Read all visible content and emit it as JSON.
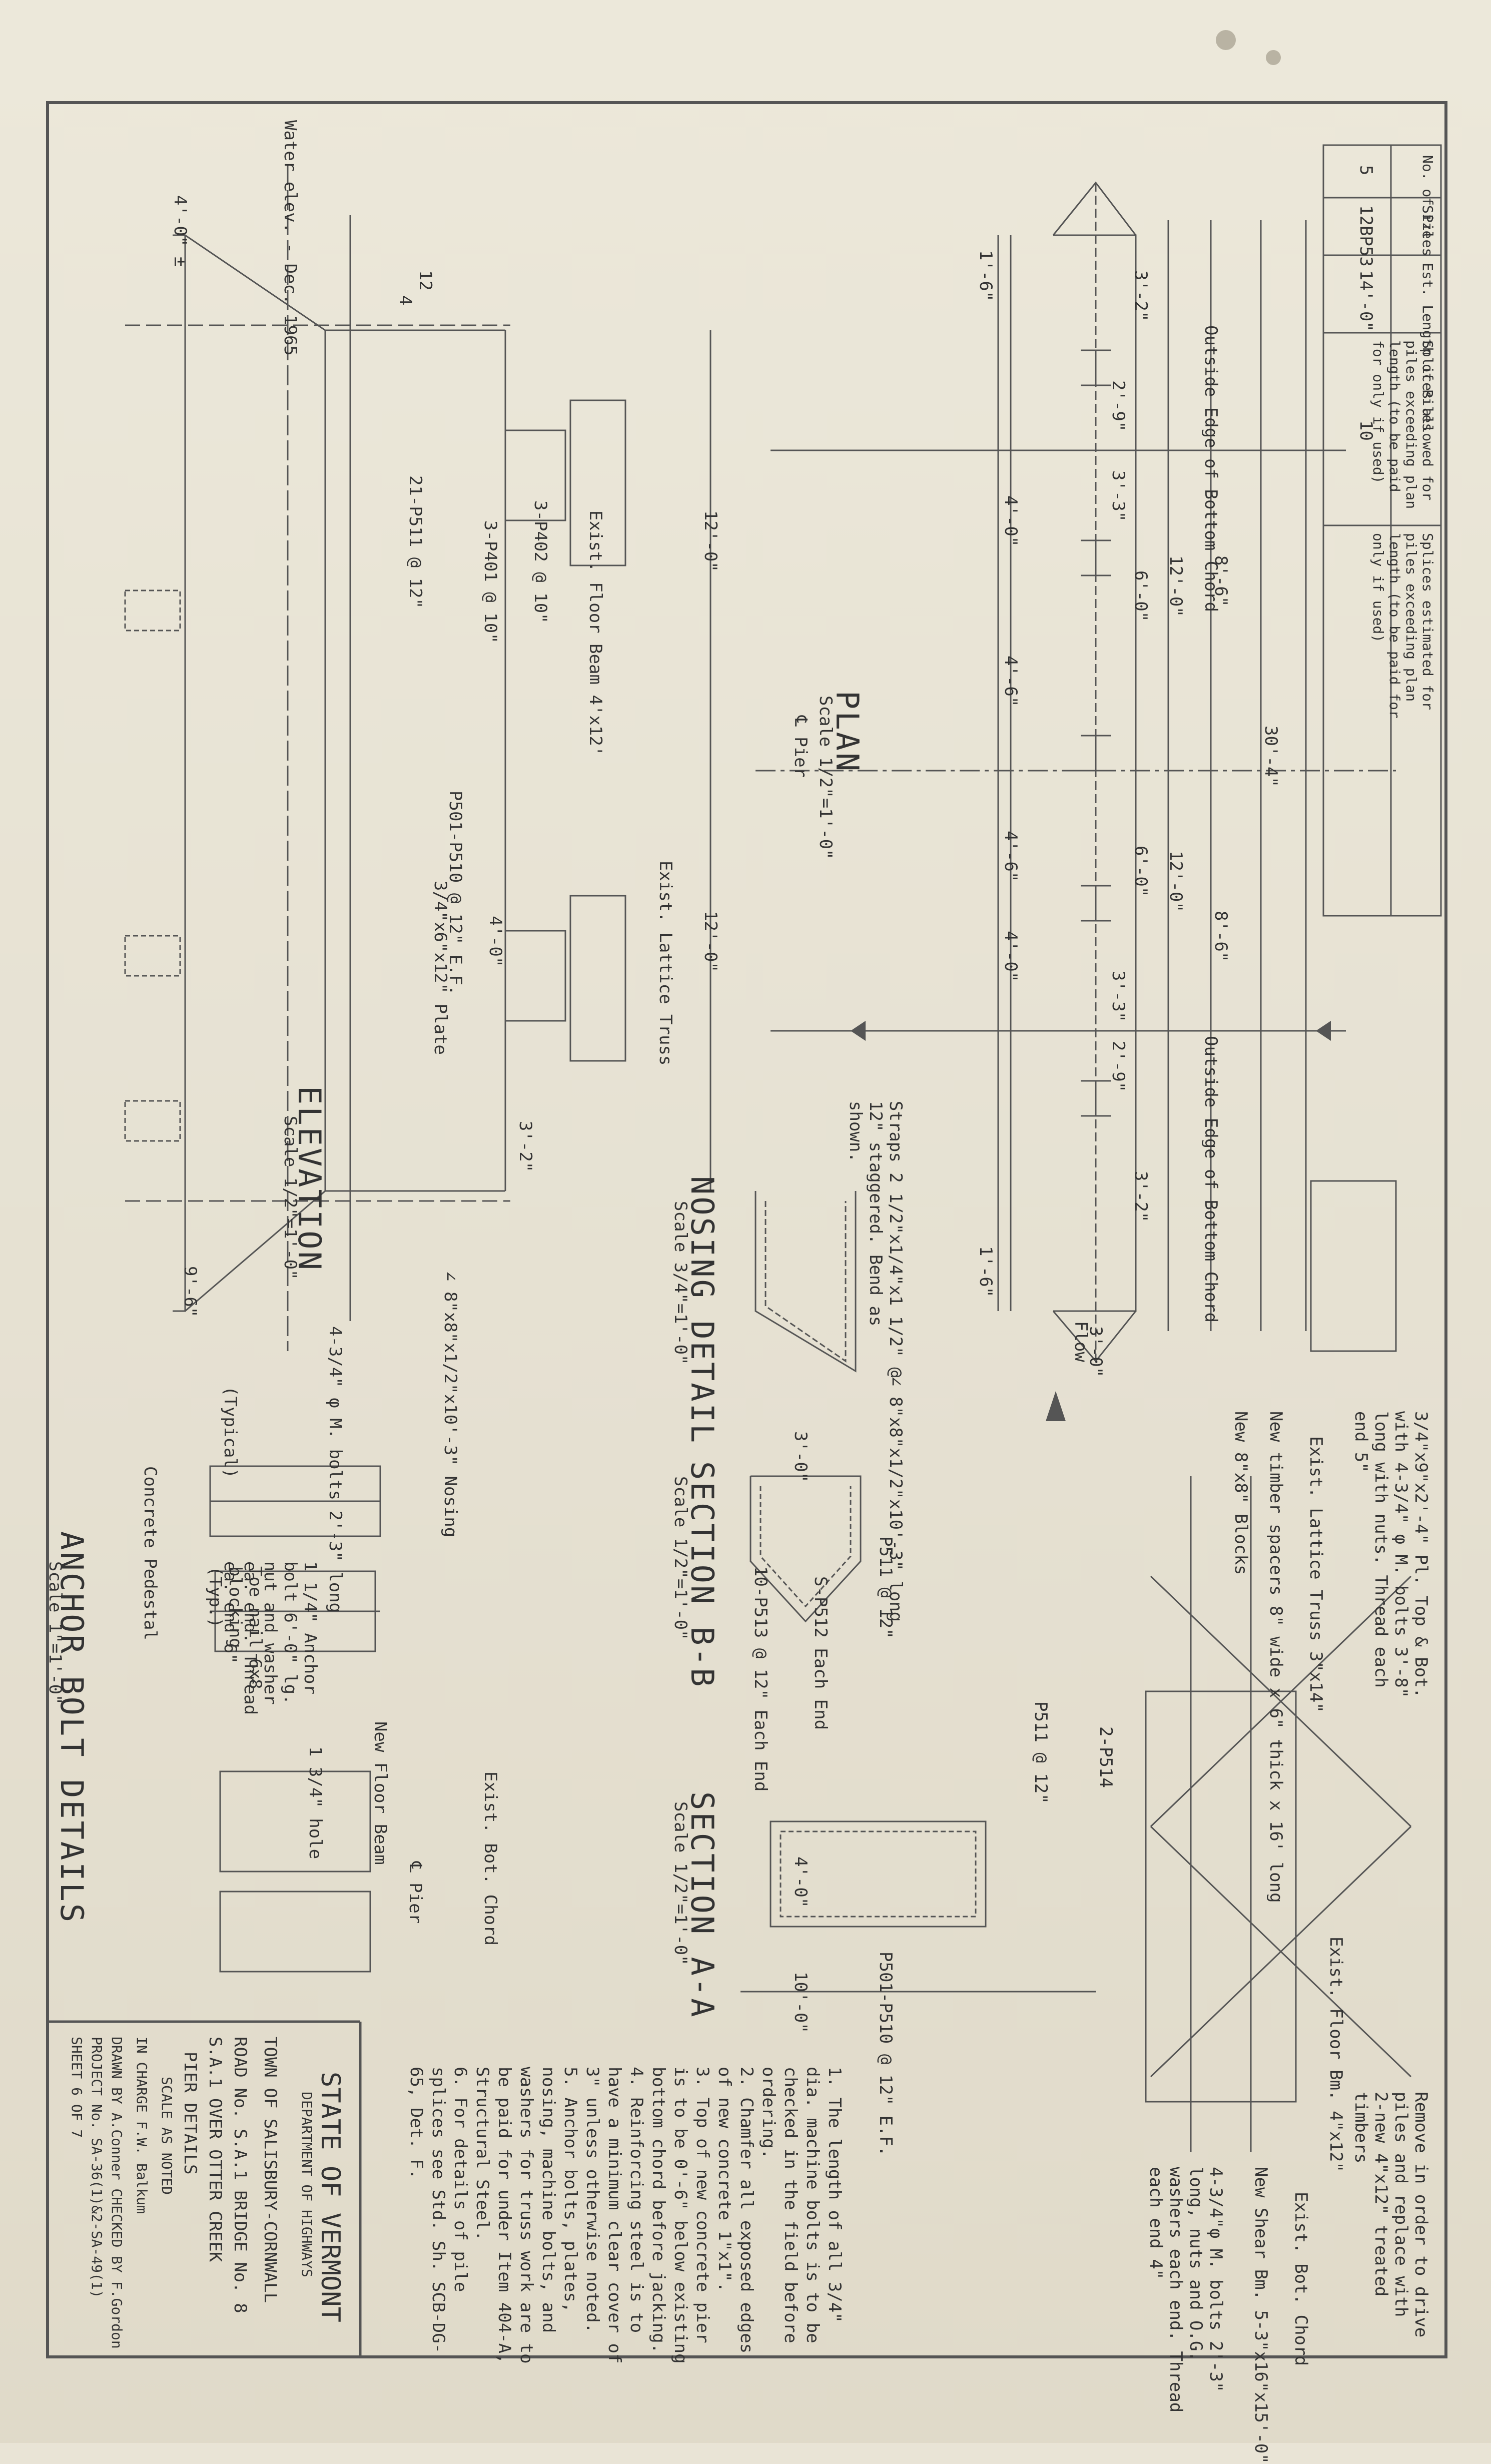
{
  "title_block": {
    "state": "STATE OF VERMONT",
    "department": "DEPARTMENT OF HIGHWAYS",
    "town": "TOWN OF SALISBURY-CORNWALL",
    "road": "ROAD No. S.A.1   BRIDGE No. 8",
    "bridge": "S.A.1 OVER OTTER CREEK",
    "sheet_title": "PIER DETAILS",
    "scale": "SCALE  AS NOTED",
    "in_charge": "IN CHARGE   F.W. Balkum",
    "drawn": "DRAWN BY A.Conner  CHECKED BY F.Gordon",
    "project": "PROJECT No. SA-36(1)&2-SA-49(1)",
    "sheet": "SHEET  6 OF 7"
  },
  "pile_table": {
    "headers": [
      "No. of Piles",
      "Size",
      "Est. Length of Piles",
      "Splices allowed for piles exceeding plan length (to be paid for only if used)",
      "Splices estimated for piles exceeding plan length (to be paid for only if used)"
    ],
    "row": [
      "5",
      "12BP53",
      "14'-0\"",
      "10",
      ""
    ]
  },
  "views": {
    "plan": "PLAN",
    "plan_scale": "Scale 1/2\"=1'-0\"",
    "plan_pier": "℄ Pier",
    "elevation": "ELEVATION",
    "elevation_scale": "Scale 1/2\"=1'-0\"",
    "nosing": "NOSING DETAIL",
    "nosing_scale": "Scale 3/4\"=1'-0\"",
    "section_bb": "SECTION B-B",
    "section_bb_scale": "Scale 1/2\"=1'-0\"",
    "section_aa": "SECTION A-A",
    "section_aa_scale": "Scale 1/2\"=1'-0\"",
    "anchor": "ANCHOR BOLT DETAILS",
    "anchor_scale": "Scale 1\"=1'-0\""
  },
  "labels": {
    "water": "Water elev. - Dec. 1965",
    "outside_edge": "Outside Edge of Bottom Chord",
    "floor_beam": "Exist. Floor Beam 4'x12'",
    "lattice": "Exist. Lattice Truss",
    "p501": "P501-P510 @ 12\" E.F.",
    "p511": "21-P511 @ 12\"",
    "p401": "3-P401 @ 10\"",
    "p402": "3-P402 @ 10\"",
    "plate": "3/4\"x6\"x12\" Plate",
    "straps": "Straps 2 1/2\"x1/4\"x1 1/2\" @ 12\" staggered. Bend as shown.",
    "angle": "∠ 8\"x8\"x1/2\"x10'-3\" long",
    "angle2": "∠ 8\"x8\"x1/2\"x10'-3\" Nosing",
    "p512": "S-P512 Each End",
    "p513": "10-P513 @ 12\" Each End",
    "p511b": "P511 @ 12\"",
    "p514": "2-P514",
    "flow": "Flow",
    "timber_spacers": "New timber spacers 8\" wide x 6\" thick x 16' long",
    "blocks": "New 8\"x8\" Blocks",
    "lattice2": "Exist. Lattice Truss 3\"x14\"",
    "bolt_note": "3/4\"x9\"x2'-4\" Pl. Top & Bot. with 4-3/4\" φ M. bolts 3'-8\" long with nuts. Thread each end 5\"",
    "remove_note": "Remove in order to drive piles and replace with 2-new 4\"x12\" treated timbers",
    "shear_bm": "New Shear Bm. 5-3\"x16\"x15'-0\"",
    "shear_note": "4-3/4\"φ M. bolts 2'-3\" long, nuts and O.G. washers each end. Thread each end 4\"",
    "floor_bm": "Exist. Floor Bm. 4\"x12\"",
    "bot_chord": "Exist. Bot. Chord",
    "new_floor": "New Floor Beam",
    "anchor_bolt": "1 1/4\" Anchor bolt 6'-0\" lg. nut and washer ea. end. Thread ea. end 6\"",
    "toe_nail": "Toe nail 6x8 blocking (Typ.)",
    "concrete": "Concrete Pedestal",
    "typical": "(Typical)",
    "bolts_m": "4-3/4\" φ M. bolts 2'-3\" long",
    "hole": "1 3/4\" hole",
    "pier": "℄ Pier"
  },
  "dimensions": {
    "d_30_4": "30'-4\"",
    "d_12_0": "12'-0\"",
    "d_8_6": "8'-6\"",
    "d_6_0": "6'-0\"",
    "d_4_6": "4'-6\"",
    "d_4_0": "4'-0\"",
    "d_3_2": "3'-2\"",
    "d_2_9": "2'-9\"",
    "d_3_3": "3'-3\"",
    "d_1_6": "1'-6\"",
    "d_3_0": "3'-0\"",
    "d_9_6": "9'-6\"",
    "d_10_0": "10'-0\"",
    "d_4_0pm": "4'-0\" ±",
    "d_12": "12",
    "d_4": "4"
  },
  "notes": [
    "1. The length of all 3/4\" dia. machine bolts is to be checked in the field before ordering.",
    "2. Chamfer all exposed edges of new concrete 1\"x1\".",
    "3. Top of new concrete pier is to be 0'-6\" below existing bottom chord before jacking.",
    "4. Reinforcing steel is to have a minimum clear cover of 3\" unless otherwise noted.",
    "5. Anchor bolts, plates, nosing, machine bolts, and washers for truss work are to be paid for under Item 404-A, Structural Steel.",
    "6. For details of pile splices see Std. Sh. SCB-DG-65, Det. F."
  ]
}
